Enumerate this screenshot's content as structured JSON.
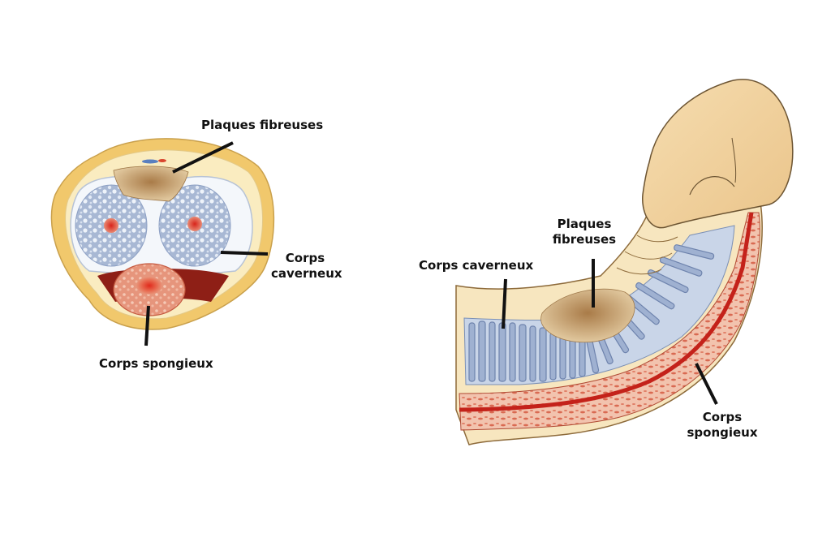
{
  "cross_section": {
    "labels": {
      "plaques_fibreuses": "Plaques fibreuses",
      "corps_caverneux_line1": "Corps",
      "corps_caverneux_line2": "caverneux",
      "corps_spongieux": "Corps spongieux"
    }
  },
  "side_view": {
    "labels": {
      "plaques_line1": "Plaques",
      "plaques_line2": "fibreuses",
      "corps_caverneux": "Corps caverneux",
      "corps_spongieux_line1": "Corps",
      "corps_spongieux_line2": "spongieux"
    }
  },
  "colors": {
    "skin": "#f3d9a0",
    "outer_ring": "#f1c86c",
    "cavernous": "#a9b9d6",
    "plaque": "#b98c5a",
    "spongy": "#d9604a",
    "artery": "#cc2a1c",
    "leader": "#111111"
  }
}
